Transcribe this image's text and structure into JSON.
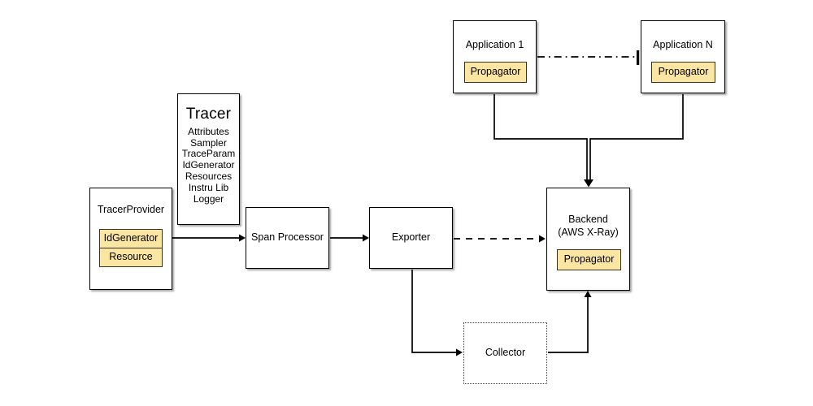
{
  "diagram": {
    "nodes": {
      "tracer": {
        "title": "Tracer",
        "items": [
          "Attributes",
          "Sampler",
          "TraceParam",
          "IdGenerator",
          "Resources",
          "Instru Lib",
          "Logger"
        ]
      },
      "tracer_provider": {
        "label": "TracerProvider",
        "chips": [
          "IdGenerator",
          "Resource"
        ]
      },
      "span_processor": {
        "label": "Span Processor"
      },
      "exporter": {
        "label": "Exporter"
      },
      "collector": {
        "label": "Collector"
      },
      "backend": {
        "label_line1": "Backend",
        "label_line2": "(AWS X-Ray)",
        "chip": "Propagator"
      },
      "application_1": {
        "label": "Application 1",
        "chip": "Propagator"
      },
      "application_n": {
        "label": "Application N",
        "chip": "Propagator"
      }
    },
    "colors": {
      "background": "#FFFFFF",
      "box_fill": "#FFFFFF",
      "box_border": "#000000",
      "chip_fill": "#FBE5A3",
      "chip_border": "#39321C",
      "connector": "#000000",
      "shadow": "#999999"
    }
  }
}
